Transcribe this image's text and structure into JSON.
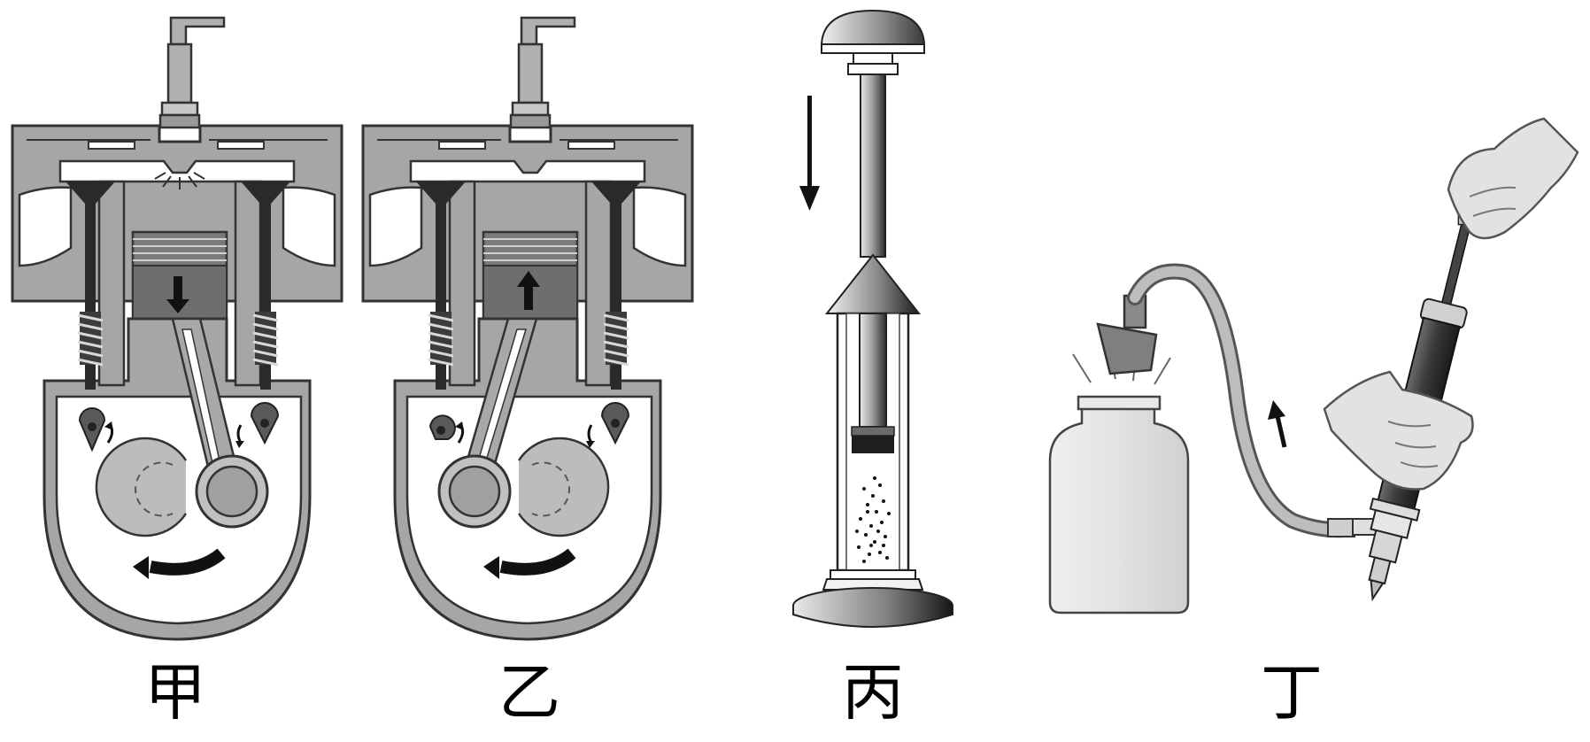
{
  "figure": {
    "panels": [
      {
        "id": "jia",
        "label": "甲",
        "piston_arrow": "down"
      },
      {
        "id": "yi",
        "label": "乙",
        "piston_arrow": "up"
      },
      {
        "id": "bing",
        "label": "丙",
        "motion_arrow": "down"
      },
      {
        "id": "ding",
        "label": "丁",
        "motion_arrow": "up"
      }
    ]
  },
  "colors": {
    "engine_gray": "#a6a6a6",
    "dark": "#1f1f1f",
    "outline": "#3a3a3a",
    "light_fill": "#e6e6e6",
    "pump_body": "#4a4a4a"
  }
}
